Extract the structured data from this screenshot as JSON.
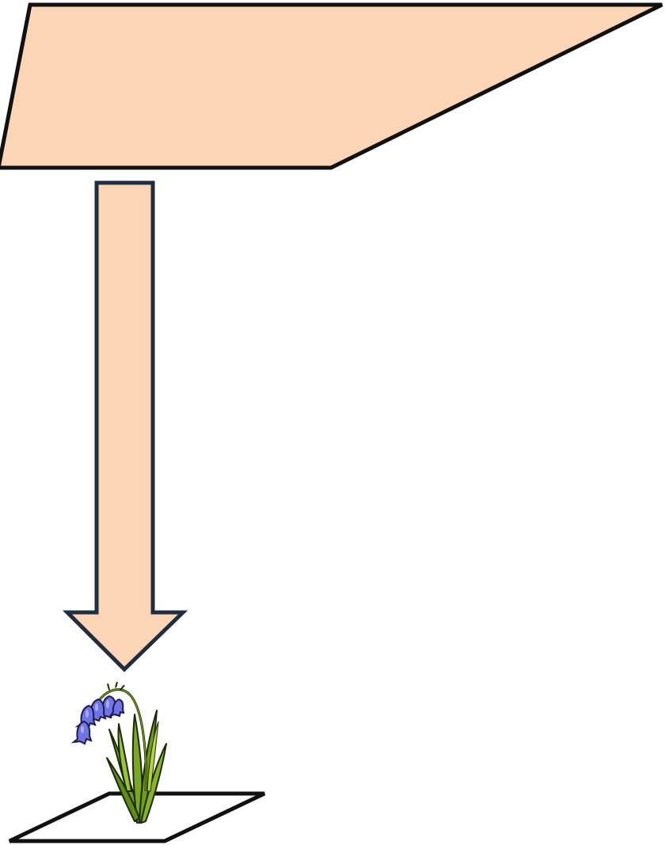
{
  "diagram": {
    "colors": {
      "background": "#ffffff",
      "panel_fill": "#fbd5b5",
      "panel_stroke": "#111111",
      "arrow_fill": "#fbd5b5",
      "arrow_stroke": "#1f2d40",
      "ground_fill": "#ffffff",
      "ground_stroke": "#111111",
      "leaf_fill": "#6f9a1e",
      "leaf_highlight": "#b6d23f",
      "flower_fill": "#6f74e8",
      "flower_stroke": "#1e1a4a"
    },
    "elements": {
      "top_panel": "top-panel-parallelogram",
      "arrow": "down-arrow",
      "flower": "bluebell-icon",
      "ground": "ground-parallelogram"
    }
  }
}
